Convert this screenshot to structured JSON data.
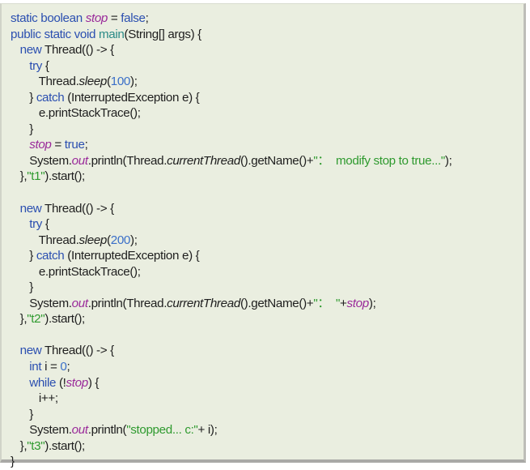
{
  "code_block": {
    "language": "java",
    "colors": {
      "background": "#eaeee0",
      "keyword": "#2b4fb0",
      "method": "#2a8a86",
      "field": "#9a2a9a",
      "number": "#3a6fc8",
      "string": "#2f9a2f",
      "plain": "#1e1e1e"
    },
    "lines": [
      {
        "indent": 0,
        "tokens": [
          {
            "t": "static boolean ",
            "c": "kw"
          },
          {
            "t": "stop",
            "c": "fld"
          },
          {
            "t": " = ",
            "c": "pl"
          },
          {
            "t": "false",
            "c": "kw"
          },
          {
            "t": ";",
            "c": "pl"
          }
        ]
      },
      {
        "indent": 0,
        "tokens": [
          {
            "t": "public static void ",
            "c": "kw"
          },
          {
            "t": "main",
            "c": "fn"
          },
          {
            "t": "(String[] args) {",
            "c": "pl"
          }
        ]
      },
      {
        "indent": 1,
        "tokens": [
          {
            "t": "new ",
            "c": "kw"
          },
          {
            "t": "Thread(() -> {",
            "c": "pl"
          }
        ]
      },
      {
        "indent": 2,
        "tokens": [
          {
            "t": "try",
            "c": "kw"
          },
          {
            "t": " {",
            "c": "pl"
          }
        ]
      },
      {
        "indent": 3,
        "tokens": [
          {
            "t": "Thread.",
            "c": "pl"
          },
          {
            "t": "sleep",
            "c": "it"
          },
          {
            "t": "(",
            "c": "pl"
          },
          {
            "t": "100",
            "c": "num"
          },
          {
            "t": ");",
            "c": "pl"
          }
        ]
      },
      {
        "indent": 2,
        "tokens": [
          {
            "t": "} ",
            "c": "pl"
          },
          {
            "t": "catch",
            "c": "kw"
          },
          {
            "t": " (InterruptedException e) {",
            "c": "pl"
          }
        ]
      },
      {
        "indent": 3,
        "tokens": [
          {
            "t": "e.printStackTrace();",
            "c": "pl"
          }
        ]
      },
      {
        "indent": 2,
        "tokens": [
          {
            "t": "}",
            "c": "pl"
          }
        ]
      },
      {
        "indent": 2,
        "tokens": [
          {
            "t": "stop",
            "c": "fld"
          },
          {
            "t": " = ",
            "c": "pl"
          },
          {
            "t": "true",
            "c": "kw"
          },
          {
            "t": ";",
            "c": "pl"
          }
        ]
      },
      {
        "indent": 2,
        "tokens": [
          {
            "t": "System.",
            "c": "pl"
          },
          {
            "t": "out",
            "c": "fld"
          },
          {
            "t": ".println(Thread.",
            "c": "pl"
          },
          {
            "t": "currentThread",
            "c": "it"
          },
          {
            "t": "().getName()+",
            "c": "pl"
          },
          {
            "t": "\"：  modify stop to true...\"",
            "c": "str"
          },
          {
            "t": ");",
            "c": "pl"
          }
        ]
      },
      {
        "indent": 1,
        "tokens": [
          {
            "t": "},",
            "c": "pl"
          },
          {
            "t": "\"t1\"",
            "c": "str"
          },
          {
            "t": ").start();",
            "c": "pl"
          }
        ]
      },
      {
        "indent": 0,
        "tokens": []
      },
      {
        "indent": 1,
        "tokens": [
          {
            "t": "new ",
            "c": "kw"
          },
          {
            "t": "Thread(() -> {",
            "c": "pl"
          }
        ]
      },
      {
        "indent": 2,
        "tokens": [
          {
            "t": "try",
            "c": "kw"
          },
          {
            "t": " {",
            "c": "pl"
          }
        ]
      },
      {
        "indent": 3,
        "tokens": [
          {
            "t": "Thread.",
            "c": "pl"
          },
          {
            "t": "sleep",
            "c": "it"
          },
          {
            "t": "(",
            "c": "pl"
          },
          {
            "t": "200",
            "c": "num"
          },
          {
            "t": ");",
            "c": "pl"
          }
        ]
      },
      {
        "indent": 2,
        "tokens": [
          {
            "t": "} ",
            "c": "pl"
          },
          {
            "t": "catch",
            "c": "kw"
          },
          {
            "t": " (InterruptedException e) {",
            "c": "pl"
          }
        ]
      },
      {
        "indent": 3,
        "tokens": [
          {
            "t": "e.printStackTrace();",
            "c": "pl"
          }
        ]
      },
      {
        "indent": 2,
        "tokens": [
          {
            "t": "}",
            "c": "pl"
          }
        ]
      },
      {
        "indent": 2,
        "tokens": [
          {
            "t": "System.",
            "c": "pl"
          },
          {
            "t": "out",
            "c": "fld"
          },
          {
            "t": ".println(Thread.",
            "c": "pl"
          },
          {
            "t": "currentThread",
            "c": "it"
          },
          {
            "t": "().getName()+",
            "c": "pl"
          },
          {
            "t": "\"：  \"",
            "c": "str"
          },
          {
            "t": "+",
            "c": "pl"
          },
          {
            "t": "stop",
            "c": "fld"
          },
          {
            "t": ");",
            "c": "pl"
          }
        ]
      },
      {
        "indent": 1,
        "tokens": [
          {
            "t": "},",
            "c": "pl"
          },
          {
            "t": "\"t2\"",
            "c": "str"
          },
          {
            "t": ").start();",
            "c": "pl"
          }
        ]
      },
      {
        "indent": 0,
        "tokens": []
      },
      {
        "indent": 1,
        "tokens": [
          {
            "t": "new ",
            "c": "kw"
          },
          {
            "t": "Thread(() -> {",
            "c": "pl"
          }
        ]
      },
      {
        "indent": 2,
        "tokens": [
          {
            "t": "int",
            "c": "kw"
          },
          {
            "t": " i = ",
            "c": "pl"
          },
          {
            "t": "0",
            "c": "num"
          },
          {
            "t": ";",
            "c": "pl"
          }
        ]
      },
      {
        "indent": 2,
        "tokens": [
          {
            "t": "while",
            "c": "kw"
          },
          {
            "t": " (!",
            "c": "pl"
          },
          {
            "t": "stop",
            "c": "fld"
          },
          {
            "t": ") {",
            "c": "pl"
          }
        ]
      },
      {
        "indent": 3,
        "tokens": [
          {
            "t": "i++;",
            "c": "pl"
          }
        ]
      },
      {
        "indent": 2,
        "tokens": [
          {
            "t": "}",
            "c": "pl"
          }
        ]
      },
      {
        "indent": 2,
        "tokens": [
          {
            "t": "System.",
            "c": "pl"
          },
          {
            "t": "out",
            "c": "fld"
          },
          {
            "t": ".println(",
            "c": "pl"
          },
          {
            "t": "\"stopped... c:\"",
            "c": "str"
          },
          {
            "t": "+ i);",
            "c": "pl"
          }
        ]
      },
      {
        "indent": 1,
        "tokens": [
          {
            "t": "},",
            "c": "pl"
          },
          {
            "t": "\"t3\"",
            "c": "str"
          },
          {
            "t": ").start();",
            "c": "pl"
          }
        ]
      },
      {
        "indent": 0,
        "tokens": [
          {
            "t": "}",
            "c": "pl"
          }
        ]
      }
    ]
  }
}
